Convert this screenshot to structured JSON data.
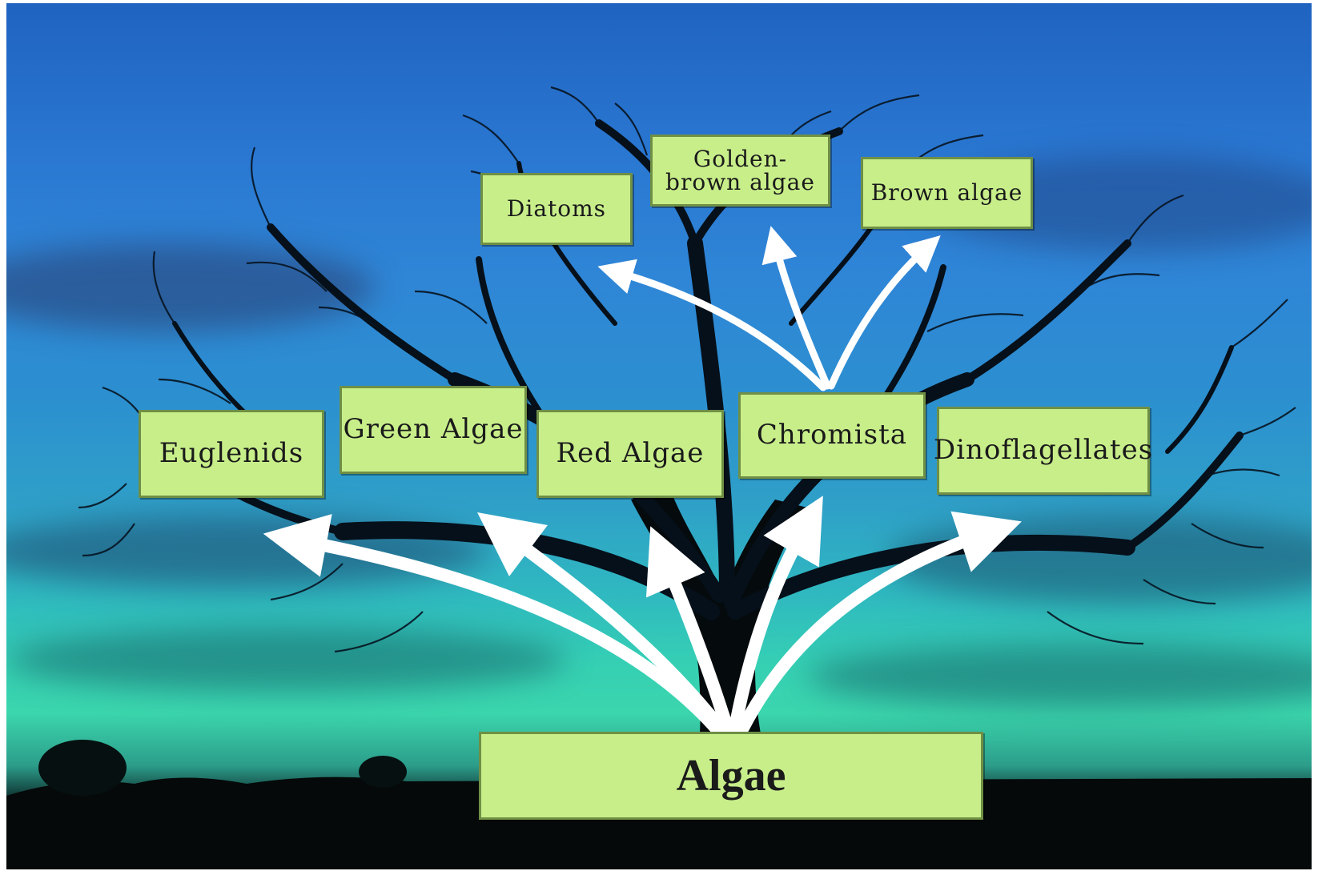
{
  "diagram": {
    "root": {
      "label": "Algae"
    },
    "children": [
      {
        "id": "euglenids",
        "label": "Euglenids"
      },
      {
        "id": "green-algae",
        "label": "Green Algae"
      },
      {
        "id": "red-algae",
        "label": "Red Algae"
      },
      {
        "id": "chromista",
        "label": "Chromista"
      },
      {
        "id": "dinoflagellates",
        "label": "Dinoflagellates"
      }
    ],
    "chromista_children": [
      {
        "id": "diatoms",
        "label": "Diatoms"
      },
      {
        "id": "golden-brown",
        "label": "Golden-brown algae"
      },
      {
        "id": "brown-algae",
        "label": "Brown algae"
      }
    ]
  },
  "colors": {
    "box_fill": "#c8ee8a",
    "box_border": "#6f8f45",
    "arrow": "#ffffff",
    "sky_top": "#1f63c0",
    "sky_horizon": "#3bd6ad"
  }
}
